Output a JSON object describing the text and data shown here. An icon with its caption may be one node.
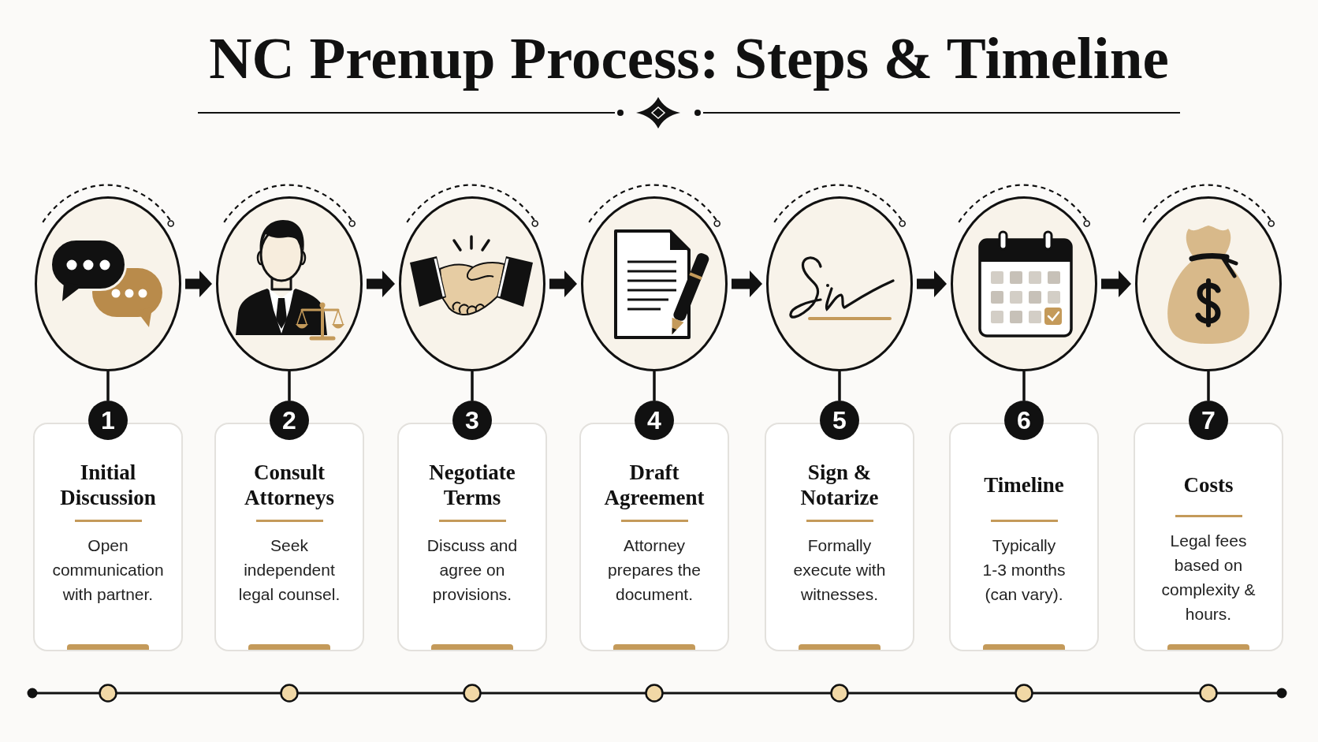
{
  "diagram": {
    "title": "NC Prenup Process: Steps & Timeline",
    "nodes": [
      {
        "text": [],
        "shape": "circle"
      },
      {
        "text": [],
        "shape": "circle"
      },
      {
        "text": [],
        "shape": "circle"
      },
      {
        "text": [],
        "shape": "circle"
      },
      {
        "text": [],
        "shape": "circle"
      },
      {
        "text": [],
        "shape": "circle"
      },
      {
        "text": [],
        "shape": "circle"
      },
      {
        "text": [
          "1"
        ]
      },
      {
        "text": [
          "2"
        ]
      },
      {
        "text": [
          "3"
        ]
      },
      {
        "text": [
          "4"
        ]
      },
      {
        "text": [
          "5"
        ]
      },
      {
        "text": [
          "6"
        ]
      },
      {
        "text": [
          "7"
        ]
      },
      {
        "text": [
          "Initial Discussion",
          "Open communication with partner."
        ]
      },
      {
        "text": [
          "Consult Attorneys",
          "Seek independent legal counsel."
        ]
      },
      {
        "text": [
          "Negotiate Terms",
          "Discuss and agree on provisions."
        ]
      },
      {
        "text": [
          "Draft Agreement",
          "Attorney prepares the document."
        ]
      },
      {
        "text": [
          "Sign & Notarize",
          "Formally execute with witnesses."
        ]
      },
      {
        "text": [
          "Timeline",
          "Typically 1-3 months (can vary)."
        ]
      },
      {
        "text": [
          "Costs",
          "Legal fees based on complexity & hours."
        ]
      }
    ],
    "edges": [
      {
        "from": 0,
        "to": 1,
        "arrow": "to",
        "style": "thick"
      },
      {
        "from": 1,
        "to": 2,
        "arrow": "to",
        "style": "thick"
      },
      {
        "from": 2,
        "to": 3,
        "arrow": "to",
        "style": "thick"
      },
      {
        "from": 3,
        "to": 4,
        "arrow": "to",
        "style": "thick"
      },
      {
        "from": 4,
        "to": 5,
        "arrow": "to",
        "style": "thick"
      },
      {
        "from": 5,
        "to": 6,
        "arrow": "to",
        "style": "thick"
      },
      {
        "from": 0,
        "to": 7,
        "arrow": "none"
      },
      {
        "from": 1,
        "to": 8,
        "arrow": "none"
      },
      {
        "from": 2,
        "to": 9,
        "arrow": "none"
      },
      {
        "from": 3,
        "to": 10,
        "arrow": "none"
      },
      {
        "from": 4,
        "to": 11,
        "arrow": "none"
      },
      {
        "from": 5,
        "to": 12,
        "arrow": "none"
      },
      {
        "from": 6,
        "to": 13,
        "arrow": "none"
      }
    ]
  }
}
